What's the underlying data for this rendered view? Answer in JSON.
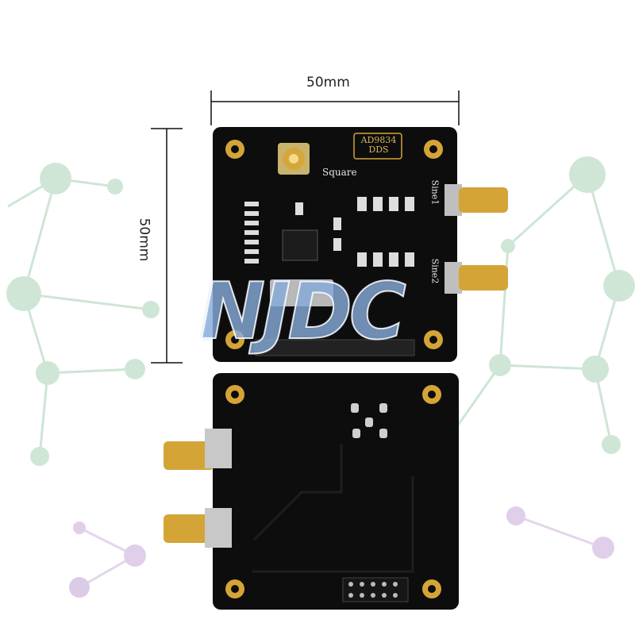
{
  "dimensions": {
    "width": "50mm",
    "height": "50mm"
  },
  "board": {
    "chip_label_line1": "AD9834",
    "chip_label_line2": "DDS",
    "output_square": "Square",
    "output_sine1": "Sine1",
    "output_sine2": "Sine2"
  },
  "watermark": "NJDC",
  "colors": {
    "pcb": "#0d0d0d",
    "gold": "#d4a437",
    "network_green": "#b9dcc4",
    "network_purple": "#d9c6e6"
  }
}
